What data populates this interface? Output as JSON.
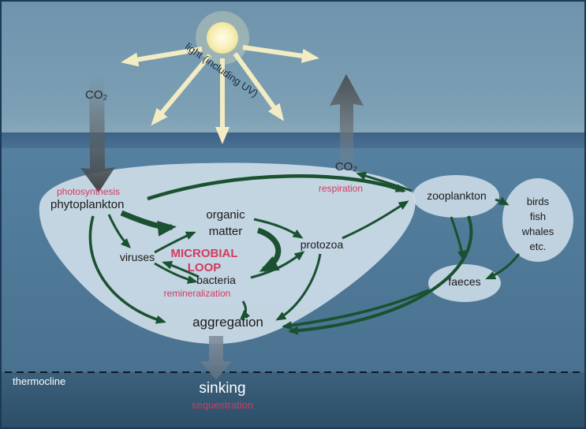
{
  "labels": {
    "light": "light (including UV)",
    "co2_left": "CO₂",
    "co2_right": "CO₂",
    "photosynthesis": "photosynthesis",
    "phytoplankton": "phytoplankton",
    "organic_matter": [
      "organic",
      "matter"
    ],
    "microbial_loop": [
      "MICROBIAL",
      "LOOP"
    ],
    "viruses": "viruses",
    "bacteria": "bacteria",
    "remineralization": "remineralization",
    "protozoa": "protozoa",
    "respiration": "respiration",
    "zooplankton": "zooplankton",
    "consumers": [
      "birds",
      "fish",
      "whales",
      "etc."
    ],
    "faeces": "faeces",
    "aggregation": "aggregation",
    "thermocline": "thermocline",
    "sinking": "sinking",
    "sequestration": "sequestration"
  },
  "colors": {
    "accent_red": "#d23b60",
    "arrow_green": "#1a5130",
    "blob_fill": "#ccdce7",
    "sun_yellow": "#f6efbf",
    "co2_arrow_grey": "#4b5156"
  }
}
